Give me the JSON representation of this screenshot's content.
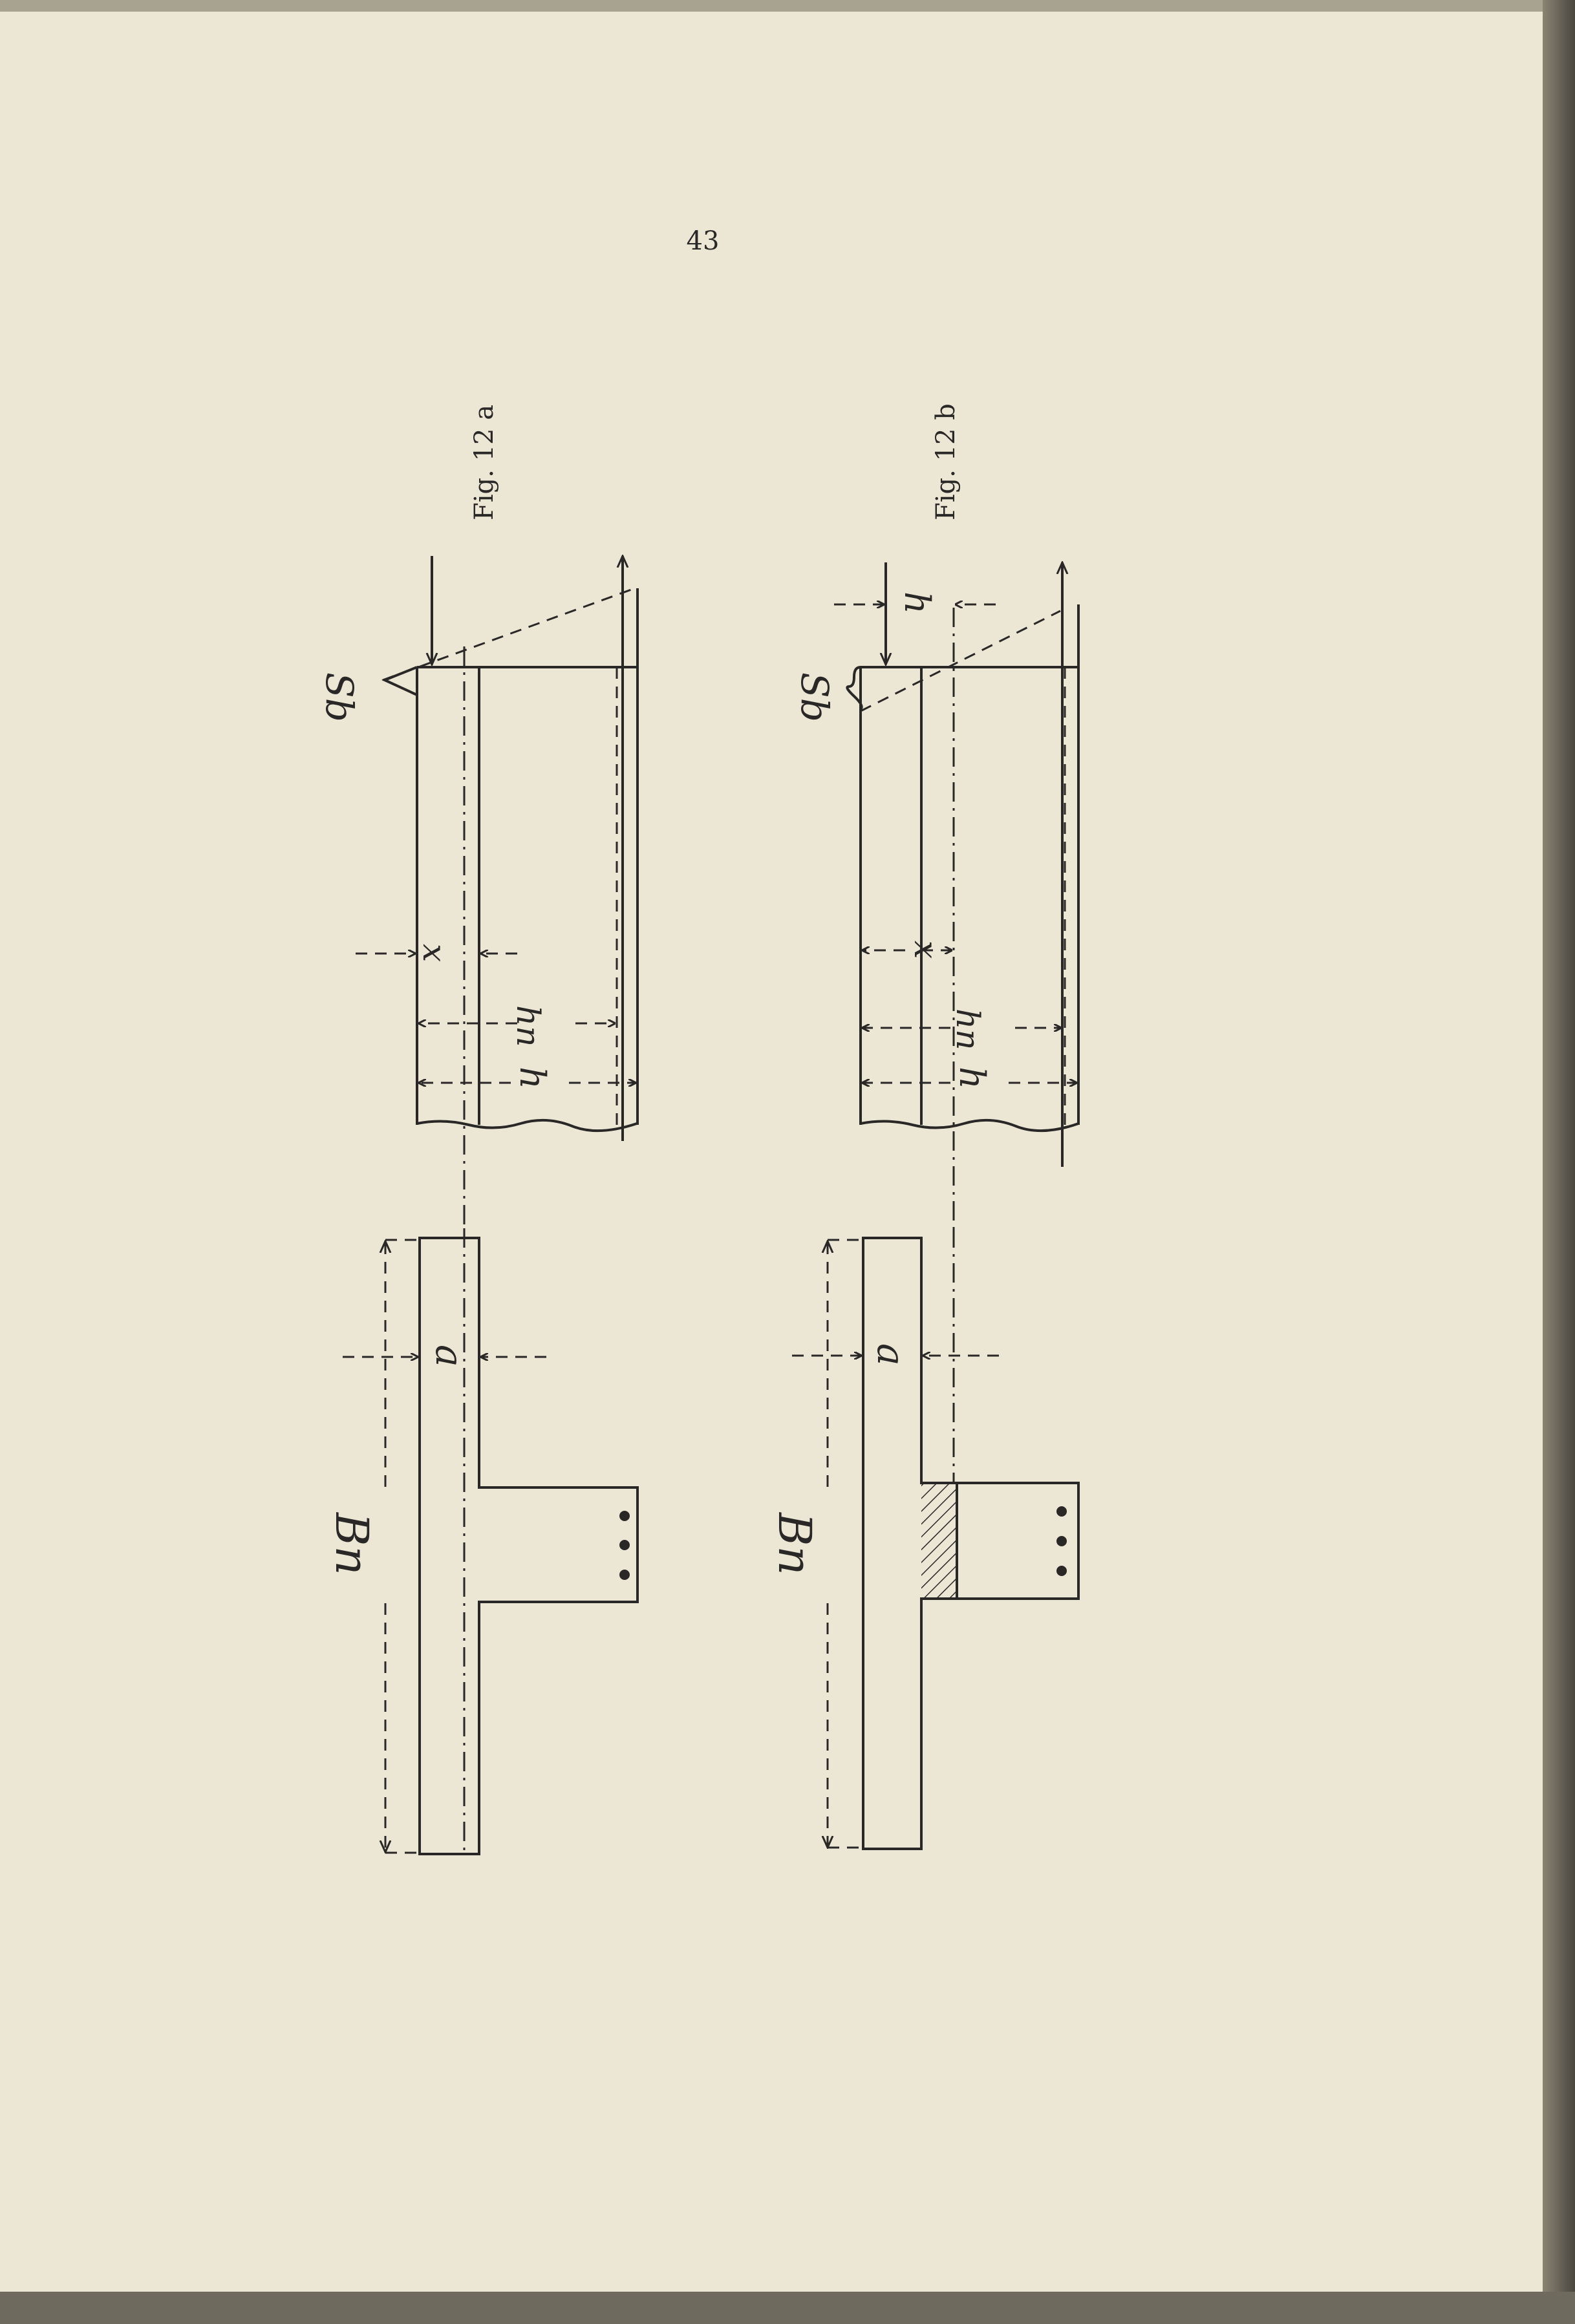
{
  "page_number": "43",
  "figures": [
    {
      "caption": "Fig. 12 a",
      "labels": {
        "force": "Sb",
        "x": "x",
        "hn": "hn",
        "h": "h",
        "a": "a",
        "Bn": "Bn"
      }
    },
    {
      "caption": "Fig. 12 b",
      "labels": {
        "force": "Sb",
        "h_top": "h",
        "x": "x",
        "hn": "hn",
        "h": "h",
        "a": "a",
        "Bn": "Bn"
      }
    }
  ]
}
